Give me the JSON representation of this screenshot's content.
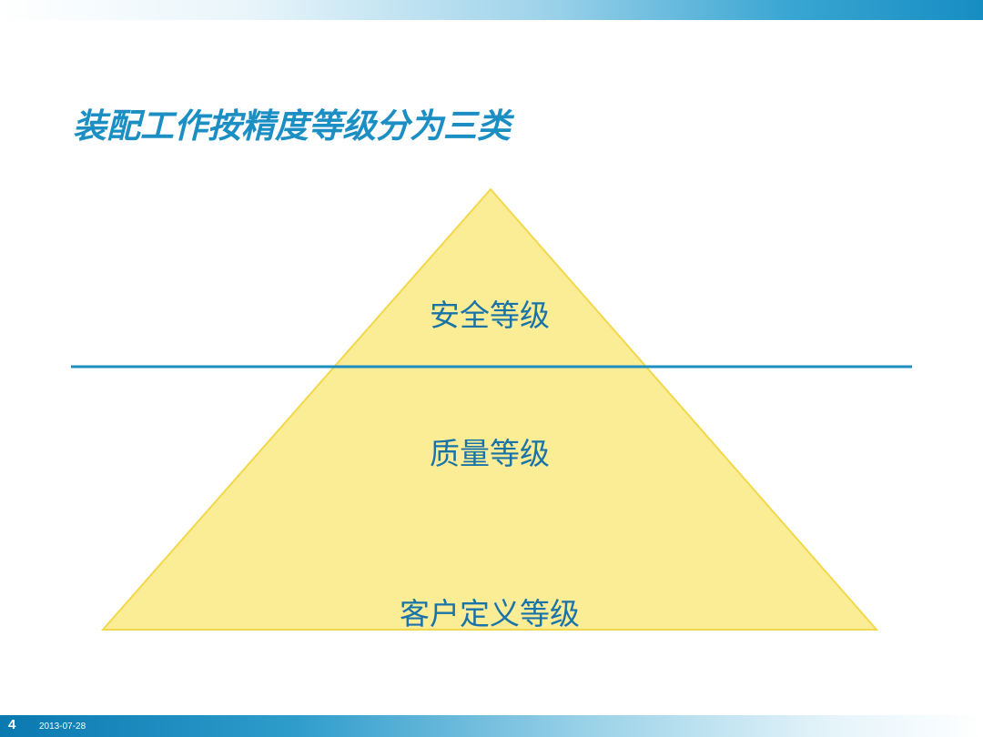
{
  "slide": {
    "title": "装配工作按精度等级分为三类",
    "page_number": "4",
    "date": "2013-07-28"
  },
  "pyramid": {
    "levels": [
      {
        "label": "安全等级"
      },
      {
        "label": "质量等级"
      },
      {
        "label": "客户定义等级"
      }
    ]
  },
  "colors": {
    "title": "#1b8fc4",
    "pyramid_fill": "#fbec96",
    "pyramid_stroke": "#f2d84a",
    "divider_line": "#1d8ec2",
    "label_text": "#1a73a8",
    "header_bar": "#168dc2",
    "footer_bar": "#0a79b0"
  }
}
